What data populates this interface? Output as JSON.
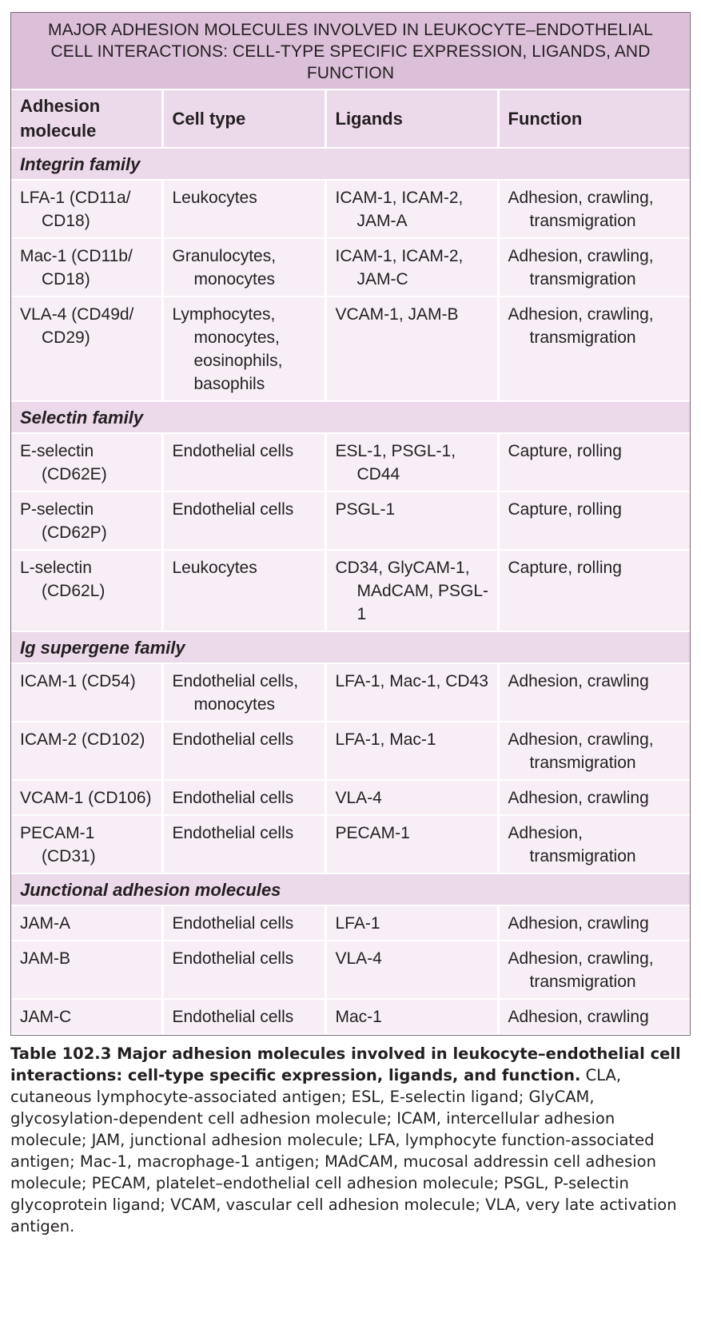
{
  "table_title": "MAJOR ADHESION MOLECULES INVOLVED IN LEUKOCYTE–ENDOTHELIAL CELL INTERACTIONS: CELL-TYPE SPECIFIC EXPRESSION, LIGANDS, AND FUNCTION",
  "headers": [
    "Adhesion molecule",
    "Cell type",
    "Ligands",
    "Function"
  ],
  "sections": [
    {
      "name": "Integrin family",
      "rows": [
        [
          "LFA-1 (CD11a/ CD18)",
          "Leukocytes",
          "ICAM-1, ICAM-2, JAM-A",
          "Adhesion, crawling, transmigration"
        ],
        [
          "Mac-1 (CD11b/ CD18)",
          "Granulocytes, monocytes",
          "ICAM-1, ICAM-2, JAM-C",
          "Adhesion, crawling, transmigration"
        ],
        [
          "VLA-4 (CD49d/ CD29)",
          "Lymphocytes, monocytes, eosinophils, basophils",
          "VCAM-1, JAM-B",
          "Adhesion, crawling, transmigration"
        ]
      ]
    },
    {
      "name": "Selectin family",
      "rows": [
        [
          "E-selectin (CD62E)",
          "Endothelial cells",
          "ESL-1, PSGL-1, CD44",
          "Capture, rolling"
        ],
        [
          "P-selectin (CD62P)",
          "Endothelial cells",
          "PSGL-1",
          "Capture, rolling"
        ],
        [
          "L-selectin (CD62L)",
          "Leukocytes",
          "CD34, GlyCAM-1, MAdCAM, PSGL-1",
          "Capture, rolling"
        ]
      ]
    },
    {
      "name": "Ig supergene family",
      "rows": [
        [
          "ICAM-1 (CD54)",
          "Endothelial cells, monocytes",
          "LFA-1, Mac-1, CD43",
          "Adhesion, crawling"
        ],
        [
          "ICAM-2 (CD102)",
          "Endothelial cells",
          "LFA-1, Mac-1",
          "Adhesion, crawling, transmigration"
        ],
        [
          "VCAM-1 (CD106)",
          "Endothelial cells",
          "VLA-4",
          "Adhesion, crawling"
        ],
        [
          "PECAM-1 (CD31)",
          "Endothelial cells",
          "PECAM-1",
          "Adhesion, transmigration"
        ]
      ]
    },
    {
      "name": "Junctional adhesion molecules",
      "rows": [
        [
          "JAM-A",
          "Endothelial cells",
          "LFA-1",
          "Adhesion, crawling"
        ],
        [
          "JAM-B",
          "Endothelial cells",
          "VLA-4",
          "Adhesion, crawling, transmigration"
        ],
        [
          "JAM-C",
          "Endothelial cells",
          "Mac-1",
          "Adhesion, crawling"
        ]
      ]
    }
  ],
  "caption": {
    "bold": "Table 102.3 Major adhesion molecules involved in leukocyte–endothelial cell interactions: cell-type specific expression, ligands, and function.",
    "text": " CLA, cutaneous lymphocyte-associated antigen; ESL, E-selectin ligand; GlyCAM, glycosylation-dependent cell adhesion molecule; ICAM, intercellular adhesion molecule; JAM, junctional adhesion molecule; LFA, lymphocyte function-associated antigen; Mac-1, macrophage-1 antigen; MAdCAM, mucosal addressin cell adhesion molecule; PECAM, platelet–endothelial cell adhesion molecule; PSGL, P-selectin glycoprotein ligand; VCAM, vascular cell adhesion molecule; VLA, very late activation antigen."
  }
}
